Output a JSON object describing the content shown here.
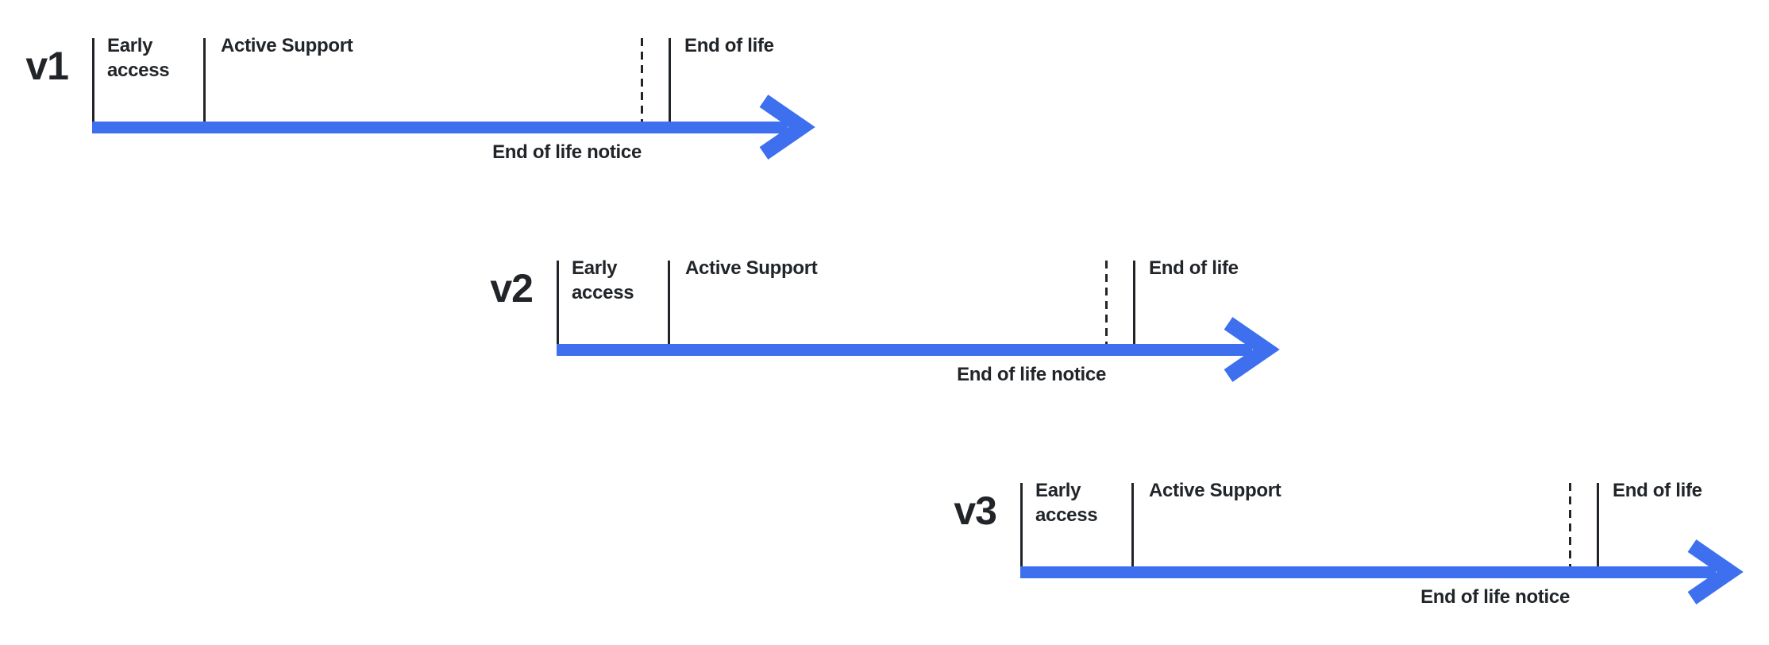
{
  "colors": {
    "accent_blue": "#3D6FEF",
    "ink": "#212529"
  },
  "timelines": [
    {
      "version": "v1",
      "phases": {
        "early_access": "Early access",
        "active_support": "Active Support",
        "end_of_life": "End of life"
      },
      "notice": "End of life notice"
    },
    {
      "version": "v2",
      "phases": {
        "early_access": "Early access",
        "active_support": "Active Support",
        "end_of_life": "End of life"
      },
      "notice": "End of life notice"
    },
    {
      "version": "v3",
      "phases": {
        "early_access": "Early access",
        "active_support": "Active Support",
        "end_of_life": "End of life"
      },
      "notice": "End of life notice"
    }
  ]
}
